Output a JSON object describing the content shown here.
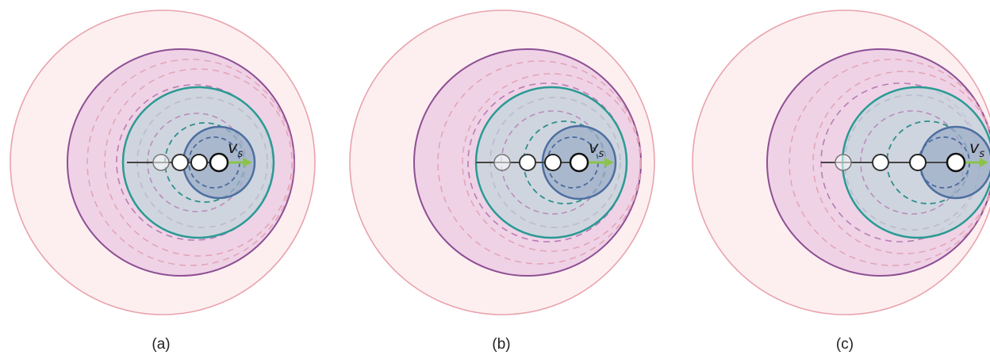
{
  "figure": {
    "panels": [
      {
        "id": "a",
        "caption": "(a)",
        "velocity_label": "v",
        "velocity_subscript": "s"
      },
      {
        "id": "b",
        "caption": "(b)",
        "velocity_label": "v",
        "velocity_subscript": "s"
      },
      {
        "id": "c",
        "caption": "(c)",
        "velocity_label": "v",
        "velocity_subscript": "s"
      }
    ],
    "colors": {
      "ring_outer": "#e9a3ad",
      "ring_purple": "#8e4f94",
      "ring_teal": "#2a9a94",
      "ring_blue": "#4d6fa0",
      "fill_outer": "#fdeff0",
      "fill_purple": "#eccde4",
      "fill_teal": "#c7d6dd",
      "fill_blue": "#9eaec8",
      "dashed_pink": "#e3a3b6",
      "dashed_purple": "#8f5a92",
      "dashed_teal": "#2e8f8c",
      "dashed_blue": "#4b6b9d",
      "source_track": "#333333",
      "arrow": "#8bc34a"
    }
  }
}
